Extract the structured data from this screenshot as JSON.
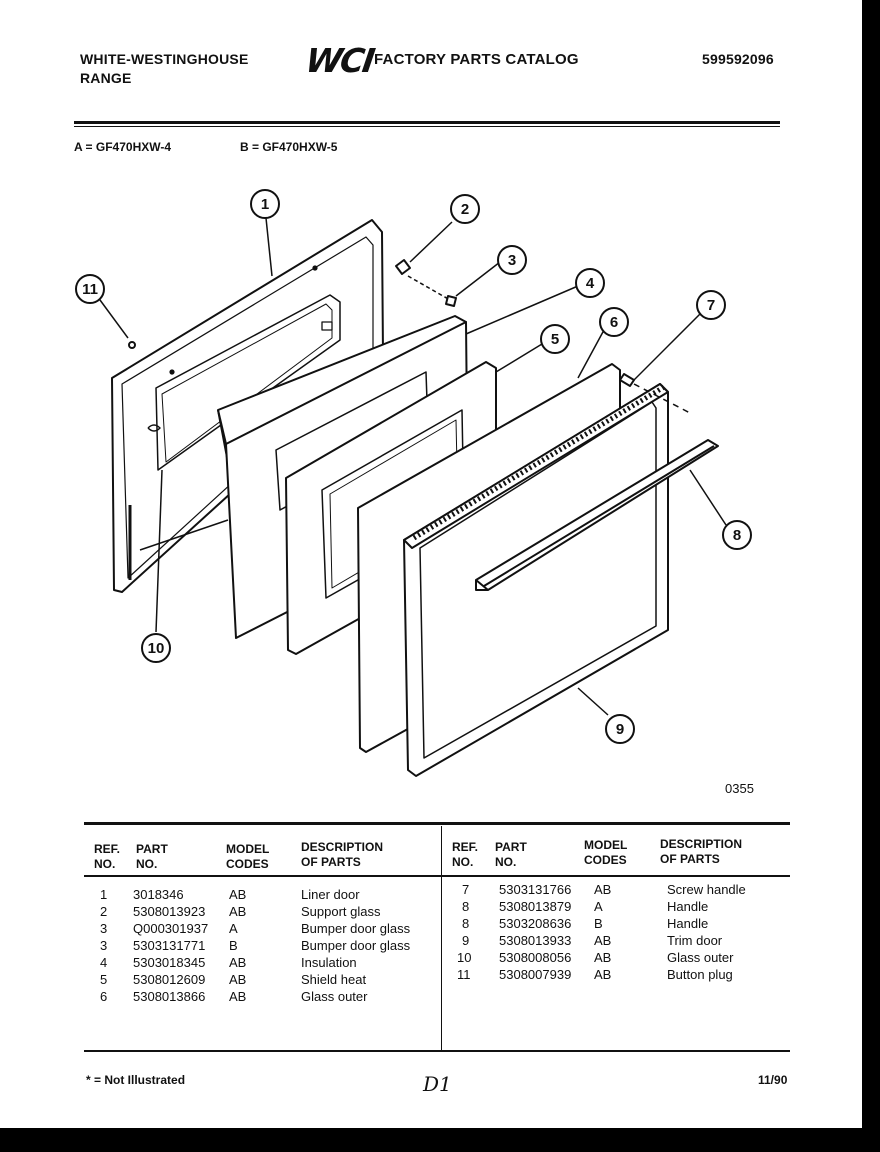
{
  "header": {
    "brand_line1": "WHITE-WESTINGHOUSE",
    "brand_line2": "RANGE",
    "logo_text": "WCI",
    "catalog_title": "FACTORY PARTS CATALOG",
    "catalog_number": "599592096"
  },
  "models": {
    "a": "A = GF470HXW-4",
    "b": "B = GF470HXW-5"
  },
  "diagram": {
    "callouts": [
      "1",
      "2",
      "3",
      "4",
      "5",
      "6",
      "7",
      "8",
      "9",
      "10",
      "11"
    ],
    "code": "0355"
  },
  "table": {
    "headers": {
      "ref": [
        "REF.",
        "NO."
      ],
      "part": [
        "PART",
        "NO."
      ],
      "model": [
        "MODEL",
        "CODES"
      ],
      "desc": [
        "DESCRIPTION",
        "OF PARTS"
      ]
    },
    "left_rows": [
      {
        "ref": "1",
        "part": "3018346",
        "model": "AB",
        "desc": "Liner door"
      },
      {
        "ref": "2",
        "part": "5308013923",
        "model": "AB",
        "desc": "Support glass"
      },
      {
        "ref": "3",
        "part": "Q000301937",
        "model": "A",
        "desc": "Bumper door glass"
      },
      {
        "ref": "3",
        "part": "5303131771",
        "model": "B",
        "desc": "Bumper door glass"
      },
      {
        "ref": "4",
        "part": "5303018345",
        "model": "AB",
        "desc": "Insulation"
      },
      {
        "ref": "5",
        "part": "5308012609",
        "model": "AB",
        "desc": "Shield heat"
      },
      {
        "ref": "6",
        "part": "5308013866",
        "model": "AB",
        "desc": "Glass outer"
      }
    ],
    "right_rows": [
      {
        "ref": "7",
        "part": "5303131766",
        "model": "AB",
        "desc": "Screw handle"
      },
      {
        "ref": "8",
        "part": "5308013879",
        "model": "A",
        "desc": "Handle"
      },
      {
        "ref": "8",
        "part": "5303208636",
        "model": "B",
        "desc": "Handle"
      },
      {
        "ref": "9",
        "part": "5308013933",
        "model": "AB",
        "desc": "Trim door"
      },
      {
        "ref": "10",
        "part": "5308008056",
        "model": "AB",
        "desc": "Glass outer"
      },
      {
        "ref": "11",
        "part": "5308007939",
        "model": "AB",
        "desc": "Button plug"
      }
    ]
  },
  "footer": {
    "note": "* = Not Illustrated",
    "handwritten": "D1",
    "date": "11/90"
  }
}
